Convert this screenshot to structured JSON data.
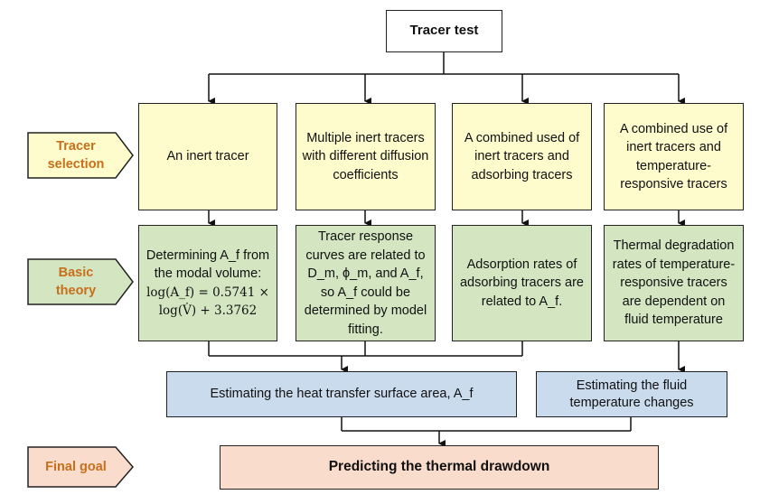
{
  "title": "Tracer test",
  "labels": {
    "tracer_selection": "Tracer selection",
    "basic_theory": "Basic theory",
    "final_goal": "Final goal"
  },
  "tracers": [
    "An inert tracer",
    "Multiple inert tracers with different diffusion coefficients",
    "A combined used of inert tracers and adsorbing tracers",
    "A combined use of inert tracers and temperature-responsive tracers"
  ],
  "theory": {
    "col1": {
      "text": "Determining A_f from the modal volume:",
      "eq_line1": "log(A_f) = 0.5741 ×",
      "eq_line2": "log(V̇) + 3.3762"
    },
    "col2": "Tracer response curves are related to D_m, ϕ_m, and A_f, so A_f could be determined by model fitting.",
    "col3": "Adsorption rates of adsorbing tracers are related to A_f.",
    "col4": "Thermal degradation rates of temperature-responsive tracers are dependent on fluid temperature"
  },
  "estimates": {
    "surface_area": "Estimating the heat transfer surface area, A_f",
    "temperature": "Estimating the fluid temperature changes"
  },
  "goal": "Predicting the thermal drawdown",
  "colors": {
    "tracer_fill": "#fefccc",
    "theory_fill": "#d3e6c1",
    "estimate_fill": "#c9dbed",
    "goal_fill": "#f9dccb",
    "label_text": "#c76f1b"
  }
}
